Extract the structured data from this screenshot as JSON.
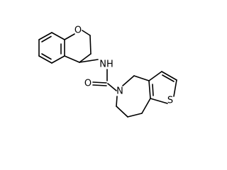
{
  "molecule": {
    "atoms": {
      "oxygen": "O",
      "nh": "NH",
      "carbonyl_oxygen": "O",
      "amide_nitrogen": "N",
      "sulfur": "S"
    }
  }
}
